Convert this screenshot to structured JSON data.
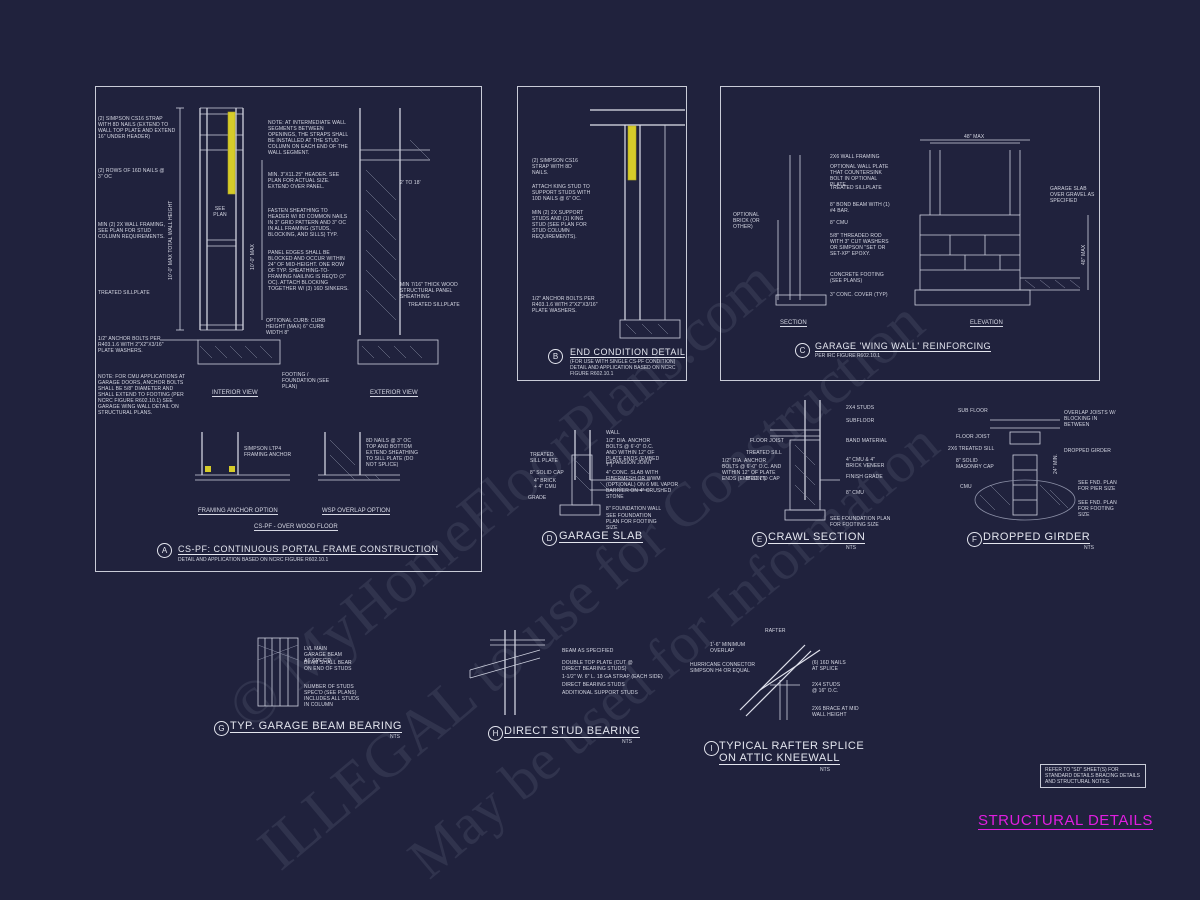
{
  "sheet_title": "STRUCTURAL DETAILS",
  "note_box": "REFER TO \"SD\" SHEET(S) FOR STANDARD DETAILS BRACING DETAILS AND STRUCTURAL NOTES.",
  "watermarks": [
    "© MyHomeFloorPlans.com",
    "ILLEGAL to use for Construction",
    "May be used for Information"
  ],
  "detail_a": {
    "letter": "A",
    "title": "CS-PF: CONTINUOUS PORTAL FRAME CONSTRUCTION",
    "subtitle": "DETAIL AND APPLICATION BASED ON NCRC FIGURE R602.10.1",
    "interior_caption": "INTERIOR VIEW",
    "exterior_caption": "EXTERIOR VIEW",
    "framing_anchor_caption": "FRAMING ANCHOR OPTION",
    "wsp_overlap_caption": "WSP OVERLAP OPTION",
    "over_wood_floor_caption": "CS-PF - OVER WOOD FLOOR",
    "wall_height_label": "10'-0\" MAX TOTAL WALL HEIGHT",
    "header_height_label": "10'-0\" MAX",
    "see_plan": "SEE PLAN",
    "notes_left": [
      "(2) SIMPSON CS16 STRAP WITH 8d NAILS (EXTEND TO WALL TOP PLATE AND EXTEND 16\" UNDER HEADER)",
      "(2) ROWS OF 16d NAILS @ 3\" OC",
      "MIN (2) 2X WALL FRAMING, SEE PLAN FOR STUD COLUMN REQUIREMENTS.",
      "TREATED SILLPLATE",
      "1/2\" ANCHOR BOLTS PER R403.1.6 WITH 2\"X2\"X3/16\" PLATE WASHERS.",
      "NOTE: FOR CMU APPLICATIONS AT GARAGE DOORS, ANCHOR BOLTS SHALL BE 5/8\" DIAMETER AND SHALL EXTEND TO FOOTING (PER NCRC FIGURE R602.10.1) SEE GARAGE WING WALL DETAIL ON STRUCTURAL PLANS."
    ],
    "notes_mid": [
      "NOTE: AT INTERMEDIATE WALL SEGMENTS BETWEEN OPENINGS, THE STRAPS SHALL BE INSTALLED AT THE STUD COLUMN ON EACH END OF THE WALL SEGMENT.",
      "MIN. 3\"X11.25\" HEADER. SEE PLAN FOR ACTUAL SIZE. EXTEND OVER PANEL.",
      "FASTEN SHEATHING TO HEADER W/ 8d COMMON NAILS IN 3\" GRID PATTERN AND 3\" OC IN ALL FRAMING (STUDS, BLOCKING, AND SILLS) TYP.",
      "PANEL EDGES SHALL BE BLOCKED AND OCCUR WITHIN 24\" OF MID-HEIGHT. ONE ROW OF TYP. SHEATHING-TO-FRAMING NAILING IS REQ'D (3\" OC). ATTACH BLOCKING TOGETHER W/ (3) 16d SINKERS.",
      "OPTIONAL CURB: CURB HEIGHT (MAX) 6\" CURB WIDTH 8\"",
      "FOOTING / FOUNDATION (SEE PLAN)"
    ],
    "notes_right": [
      "2' TO 18'",
      "MIN 7/16\" THICK WOOD STRUCTURAL PANEL SHEATHING",
      "TREATED SILLPLATE"
    ],
    "small_notes": [
      "SIMPSON LTP4 FRAMING ANCHOR",
      "8d NAILS @ 3\" OC TOP AND BOTTOM",
      "EXTEND SHEATHING TO SILL PLATE (DO NOT SPLICE)"
    ]
  },
  "detail_b": {
    "letter": "B",
    "title": "END CONDITION DETAIL",
    "subtitle_lines": [
      "(FOR USE WITH SINGLE CS-PF CONDITION)",
      "DETAIL AND APPLICATION BASED ON NCRC",
      "FIGURE R602.10.1"
    ],
    "notes": [
      "(2) SIMPSON CS16 STRAP WITH 8d NAILS.",
      "ATTACH KING STUD TO SUPPORT STUDS WITH 10d NAILS @ 6\" OC.",
      "MIN (2) 2X SUPPORT STUDS AND (1) KING STUD (SEE PLAN FOR STUD COLUMN REQUIREMENTS).",
      "1/2\" ANCHOR BOLTS PER R403.1.6 WITH 2\"X2\"X3/16\" PLATE WASHERS."
    ]
  },
  "detail_c": {
    "letter": "C",
    "title": "GARAGE 'WING WALL' REINFORCING",
    "subtitle": "PER IRC FIGURE R602.10.1",
    "section_caption": "SECTION",
    "elevation_caption": "ELEVATION",
    "dim_top": "48\" MAX",
    "dim_side": "48\" MAX",
    "notes_left": [
      "OPTIONAL BRICK (OR OTHER)"
    ],
    "notes_mid": [
      "2x6 WALL FRAMING",
      "OPTIONAL WALL PLATE THAT COUNTERSINK BOLT IN OPTIONAL PLATE.",
      "TREATED SILLPLATE",
      "8\" BOND BEAM WITH (1) #4 BAR.",
      "8\" CMU",
      "5/8\" THREADED ROD WITH 3\" CUT WASHERS OR SIMPSON \"SET OR SET-XP\" EPOXY.",
      "CONCRETE FOOTING (SEE PLANS)",
      "3\" CONC. COVER (TYP)"
    ],
    "notes_right": [
      "GARAGE SLAB OVER GRAVEL AS SPECIFIED"
    ]
  },
  "detail_d": {
    "letter": "D",
    "title": "GARAGE SLAB",
    "notes_left": [
      "TREATED SILL PLATE",
      "8\" SOLID CAP",
      "4\" BRICK + 4\" CMU",
      "GRADE"
    ],
    "notes_right": [
      "WALL",
      "1/2\" DIA. ANCHOR BOLTS @ 6'-0\" O.C. AND WITHIN 12\" OF PLATE ENDS (EMBED 7\")",
      "EXPANSION JOINT",
      "4\" CONC. SLAB WITH FIBERMESH OR WWM (OPTIONAL) ON 6 MIL VAPOR BARRIER ON 4\" CRUSHED STONE",
      "8\" FOUNDATION WALL",
      "SEE FOUNDATION PLAN FOR FOOTING SIZE"
    ]
  },
  "detail_e": {
    "letter": "E",
    "title": "CRAWL SECTION",
    "nts": "NTS",
    "notes_left": [
      "FLOOR JOIST",
      "TREATED SILL",
      "1/2\" DIA. ANCHOR BOLTS @ 6'-0\" O.C. AND WITHIN 12\" OF PLATE ENDS (EMBED 7\")",
      "8\" SOLID CAP"
    ],
    "notes_right": [
      "2x4 STUDS",
      "SUBFLOOR",
      "BAND MATERIAL",
      "4\" CMU & 4\" BRICK VENEER",
      "FINISH GRADE",
      "8\" CMU",
      "SEE FOUNDATION PLAN FOR FOOTING SIZE"
    ]
  },
  "detail_f": {
    "letter": "F",
    "title": "DROPPED GIRDER",
    "nts": "NTS",
    "notes_left": [
      "SUB FLOOR",
      "FLOOR JOIST",
      "2x6 TREATED SILL",
      "8\" SOLID MASONRY CAP",
      "CMU"
    ],
    "notes_right": [
      "OVERLAP JOISTS W/ BLOCKING IN BETWEEN",
      "DROPPED GIRDER",
      "24\" MIN.",
      "SEE FND. PLAN FOR PIER SIZE",
      "SEE FND. PLAN FOR FOOTING SIZE"
    ]
  },
  "detail_g": {
    "letter": "G",
    "title": "TYP. GARAGE BEAM BEARING",
    "nts": "NTS",
    "notes": [
      "LVL MAIN GARAGE BEAM AS SPEC'D",
      "BEAM SHALL BEAR ON END OF STUDS",
      "NUMBER OF STUDS SPEC'D (SEE PLANS) INCLUDES ALL STUDS IN COLUMN"
    ]
  },
  "detail_h": {
    "letter": "H",
    "title": "DIRECT STUD BEARING",
    "nts": "NTS",
    "notes": [
      "BEAM AS SPECIFIED",
      "DOUBLE TOP PLATE (CUT @ DIRECT BEARING STUDS)",
      "1-1/2\" W. 6\" L. 18 GA STRAP (EACH SIDE)",
      "DIRECT BEARING STUDS",
      "ADDITIONAL SUPPORT STUDS"
    ]
  },
  "detail_i": {
    "letter": "I",
    "title_lines": [
      "TYPICAL RAFTER SPLICE",
      "ON ATTIC KNEEWALL"
    ],
    "nts": "NTS",
    "notes_left": [
      "1'-6\" MINIMUM OVERLAP",
      "HURRICANE CONNECTOR SIMPSON H4 OR EQUAL"
    ],
    "notes_right": [
      "RAFTER",
      "(6) 16d NAILS AT SPLICE",
      "2x4 STUDS @ 16\" O.C.",
      "2x6 BRACE AT MID WALL HEIGHT"
    ]
  }
}
